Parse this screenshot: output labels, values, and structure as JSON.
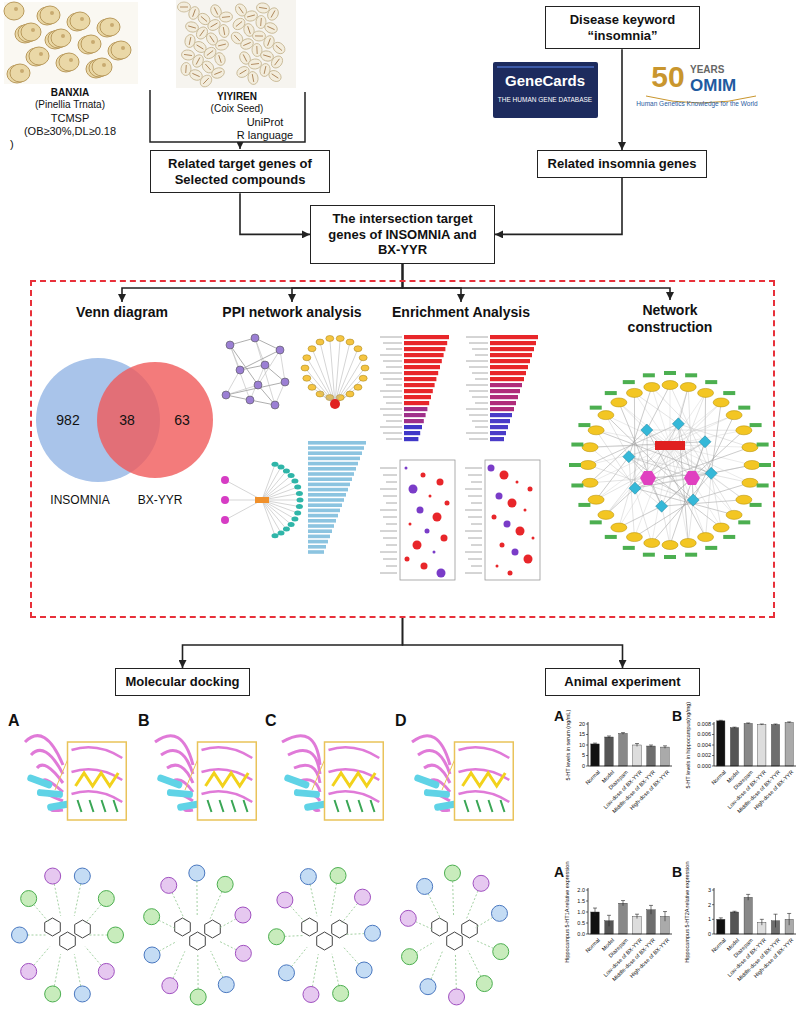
{
  "diagram": {
    "nodes": [
      {
        "text": [
          "Disease keyword “insomnia”"
        ]
      },
      {
        "text": [
          "Related target genes of Selected compounds"
        ]
      },
      {
        "text": [
          "Related insomnia genes"
        ]
      },
      {
        "text": [
          "The intersection target genes of INSOMNIA and BX-YYR"
        ]
      },
      {
        "text": []
      },
      {
        "text": [
          "Venn diagram"
        ],
        "in": 4
      },
      {
        "text": [
          "PPI network analysis"
        ],
        "in": 4
      },
      {
        "text": [
          "Enrichment Analysis"
        ],
        "in": 4
      },
      {
        "text": [
          "Network construction"
        ],
        "in": 4
      },
      {
        "text": [
          "Molecular docking"
        ]
      },
      {
        "text": [
          "Animal experiment"
        ]
      }
    ],
    "edges": [
      {
        "from": 0,
        "to": 2,
        "arrow": "to"
      },
      {
        "from": 1,
        "to": 3,
        "arrow": "to"
      },
      {
        "from": 2,
        "to": 3,
        "arrow": "to"
      },
      {
        "from": 3,
        "to": 5,
        "arrow": "to"
      },
      {
        "from": 3,
        "to": 6,
        "arrow": "to"
      },
      {
        "from": 3,
        "to": 7,
        "arrow": "to"
      },
      {
        "from": 3,
        "to": 8,
        "arrow": "to"
      },
      {
        "from": 4,
        "to": 9,
        "arrow": "to"
      },
      {
        "from": 4,
        "to": 10,
        "arrow": "to"
      }
    ],
    "labels": [
      "BANXIA",
      "(Pinellia Trnata)",
      "TCMSP",
      "(OB≥30%,DL≥0.18",
      ")",
      "YIYIREN",
      "(Coix Seed)",
      "UniProt",
      "R language",
      "GeneCards",
      "THE HUMAN GENE DATABASE",
      "50",
      "YEARS",
      "OMIM",
      "Human Genetics Knowledge for the World",
      "982",
      "38",
      "63",
      "INSOMNIA",
      "BX-YYR",
      "A",
      "B",
      "C",
      "D",
      "A",
      "5-HT levels in serum (ng/mL)",
      "0",
      "5",
      "10",
      "15",
      "20",
      "Normal",
      "Model",
      "Diazepam",
      "Low-dose of BX-YYR",
      "Middle-dose of BX-YYR",
      "High-dose of BX-YYR",
      "B",
      "5-HT levels in hippocampus(ng/mg)",
      "0.000",
      "0.002",
      "0.004",
      "0.006",
      "0.008",
      "Normal",
      "Model",
      "Diazepam",
      "Low-dose of BX-YYR",
      "Middle-dose of BX-YYR",
      "High-dose of BX-YYR",
      "A",
      "Hippocampus 5-HT1A relative expression",
      "0.0",
      "0.5",
      "1.0",
      "1.5",
      "2.0",
      "Normal",
      "Model",
      "Diazepam",
      "Low-dose of BX-YYR",
      "Middle-dose of BX-YYR",
      "High-dose of BX-YYR",
      "B",
      "Hippocampus 5-HT2A relative expression",
      "0",
      "1",
      "2",
      "3",
      "Normal",
      "Model",
      "Diazepam",
      "Low-dose of BX-YYR",
      "Middle-dose of BX-YYR",
      "High-dose of BX-YYR"
    ]
  }
}
